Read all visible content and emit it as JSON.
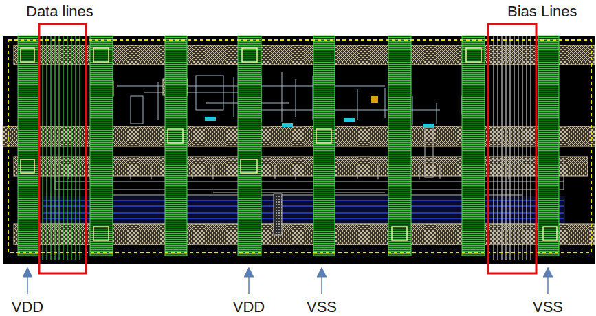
{
  "diagram": {
    "labels": [
      "Data lines",
      "Bias Lines",
      "VDD",
      "VDD",
      "VSS",
      "VSS"
    ]
  }
}
